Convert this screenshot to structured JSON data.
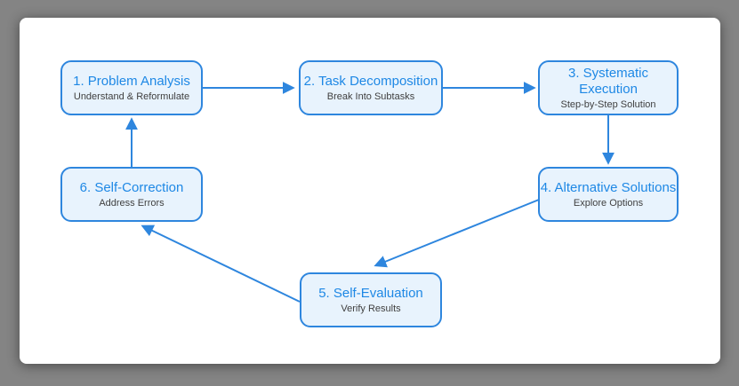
{
  "page": {
    "background_color": "#848484",
    "card_background_color": "#ffffff"
  },
  "diagram": {
    "accent_color": "#2E86DE",
    "node_fill_color": "#E8F3FD",
    "title_color": "#1E88E5",
    "subtitle_color": "#3F3F3F",
    "nodes": [
      {
        "id": "problem-analysis",
        "title": "1. Problem Analysis",
        "subtitle": "Understand & Reformulate"
      },
      {
        "id": "task-decomposition",
        "title": "2. Task Decomposition",
        "subtitle": "Break Into Subtasks"
      },
      {
        "id": "systematic-execution",
        "title": "3. Systematic Execution",
        "subtitle": "Step-by-Step Solution"
      },
      {
        "id": "alternative-solutions",
        "title": "4. Alternative Solutions",
        "subtitle": "Explore Options"
      },
      {
        "id": "self-evaluation",
        "title": "5. Self-Evaluation",
        "subtitle": "Verify Results"
      },
      {
        "id": "self-correction",
        "title": "6. Self-Correction",
        "subtitle": "Address Errors"
      }
    ],
    "edges": [
      {
        "from": "problem-analysis",
        "to": "task-decomposition"
      },
      {
        "from": "task-decomposition",
        "to": "systematic-execution"
      },
      {
        "from": "systematic-execution",
        "to": "alternative-solutions"
      },
      {
        "from": "alternative-solutions",
        "to": "self-evaluation"
      },
      {
        "from": "self-evaluation",
        "to": "self-correction"
      },
      {
        "from": "self-correction",
        "to": "problem-analysis"
      }
    ]
  }
}
